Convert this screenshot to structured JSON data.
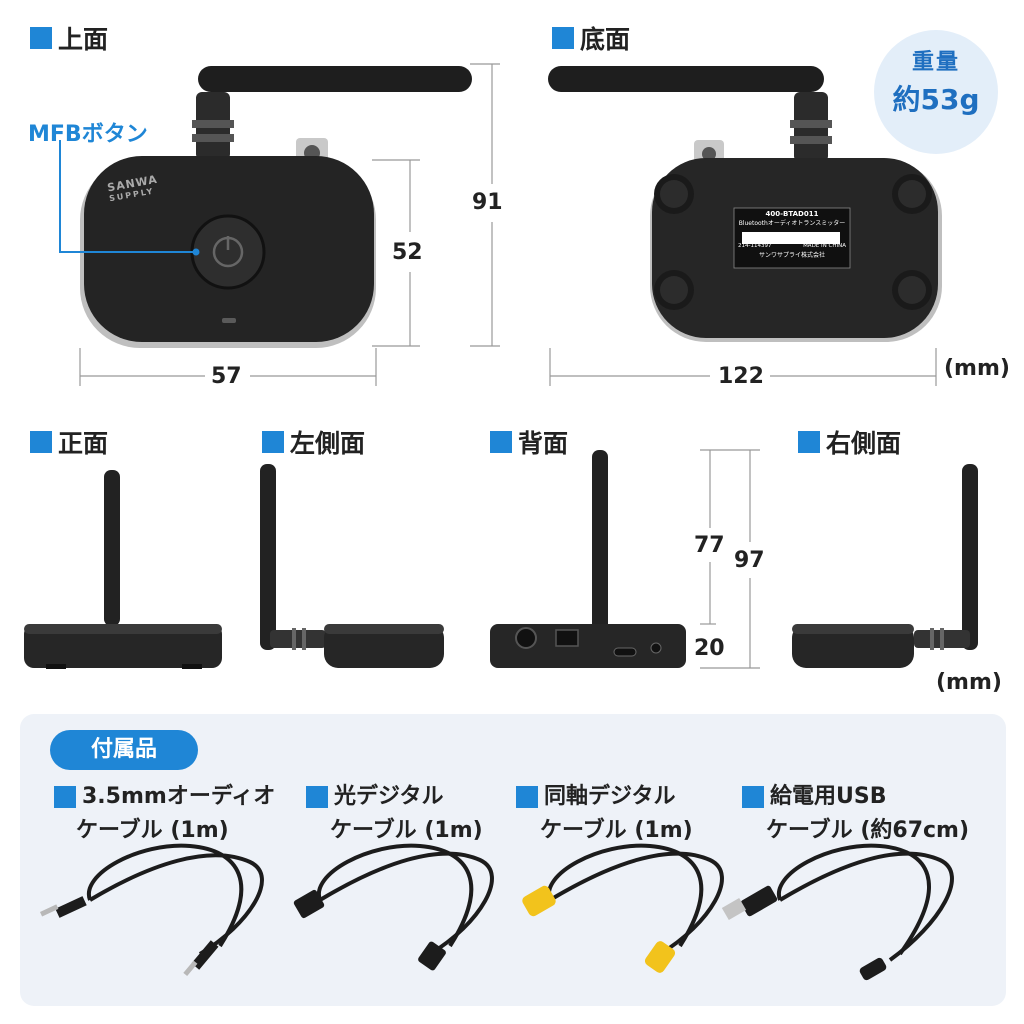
{
  "sections": {
    "top": "上面",
    "bottom": "底面",
    "front": "正面",
    "left_side": "左側面",
    "back": "背面",
    "right_side": "右側面"
  },
  "callout": {
    "mfb_button": "MFBボタン"
  },
  "weight": {
    "label": "重量",
    "value": "約53g"
  },
  "dimensions": {
    "top_width": "57",
    "top_depth_inner": "52",
    "total_depth": "91",
    "bottom_width": "122",
    "unit_top": "(mm)",
    "back_antenna": "77",
    "back_body": "20",
    "back_total": "97",
    "unit_bottom": "(mm)"
  },
  "device": {
    "brand_line1": "SANWA",
    "brand_line2": "SUPPLY",
    "label_model": "400-BTAD011",
    "label_name": "Bluetoothオーディオトランスミッター",
    "label_code": "214-114397",
    "label_origin": "MADE IN CHINA",
    "label_company": "サンワサプライ株式会社"
  },
  "accessories": {
    "title": "付属品",
    "items": [
      {
        "line1": "3.5mmオーディオ",
        "line2": "ケーブル (1m)"
      },
      {
        "line1": "光デジタル",
        "line2": "ケーブル (1m)"
      },
      {
        "line1": "同軸デジタル",
        "line2": "ケーブル (1m)"
      },
      {
        "line1": "給電用USB",
        "line2": "ケーブル (約67cm)"
      }
    ]
  },
  "colors": {
    "accent": "#1f86d6",
    "device": "#222222",
    "panel": "#eef2f8",
    "rca_yellow": "#f2c31c"
  }
}
